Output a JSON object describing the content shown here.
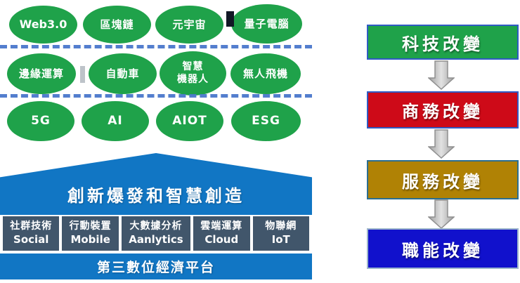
{
  "bubbles": {
    "rows": [
      {
        "items": [
          {
            "label": "Web3.0"
          },
          {
            "label": "區塊鏈"
          },
          {
            "label": "元宇宙"
          },
          {
            "label": "量子電腦"
          }
        ]
      },
      {
        "items": [
          {
            "label": "邊緣運算"
          },
          {
            "label": "自動車"
          },
          {
            "label": "智慧\n機器人"
          },
          {
            "label": "無人飛機"
          }
        ]
      },
      {
        "items": [
          {
            "label": "5G"
          },
          {
            "label": "AI"
          },
          {
            "label": "AIOT"
          },
          {
            "label": "ESG"
          }
        ]
      }
    ]
  },
  "house": {
    "title": "創新爆發和智慧創造",
    "columns": [
      {
        "zh": "社群技術",
        "en": "Social"
      },
      {
        "zh": "行動裝置",
        "en": "Mobile"
      },
      {
        "zh": "大數據分析",
        "en": "Aanlytics"
      },
      {
        "zh": "雲端運算",
        "en": "Cloud"
      },
      {
        "zh": "物聯網",
        "en": "IoT"
      }
    ],
    "platform": "第三數位經濟平台"
  },
  "flow": {
    "steps": [
      {
        "label": "科技改變",
        "fill": "#1fa24a",
        "border": "#2f5bc4"
      },
      {
        "label": "商務改變",
        "fill": "#ce0a18",
        "border": "#2f5bc4"
      },
      {
        "label": "服務改變",
        "fill": "#b08205",
        "border": "#2b6e91"
      },
      {
        "label": "職能改變",
        "fill": "#1111cc",
        "border": "#9db6cc"
      }
    ]
  },
  "colors": {
    "bubble_green": "#1fa24a",
    "dashed_line_blue": "#4a78cc",
    "house_blue": "#1176c4",
    "column_slate": "#41566b",
    "arrow_gray": "#c0c0c0",
    "text_white": "#ffffff"
  }
}
